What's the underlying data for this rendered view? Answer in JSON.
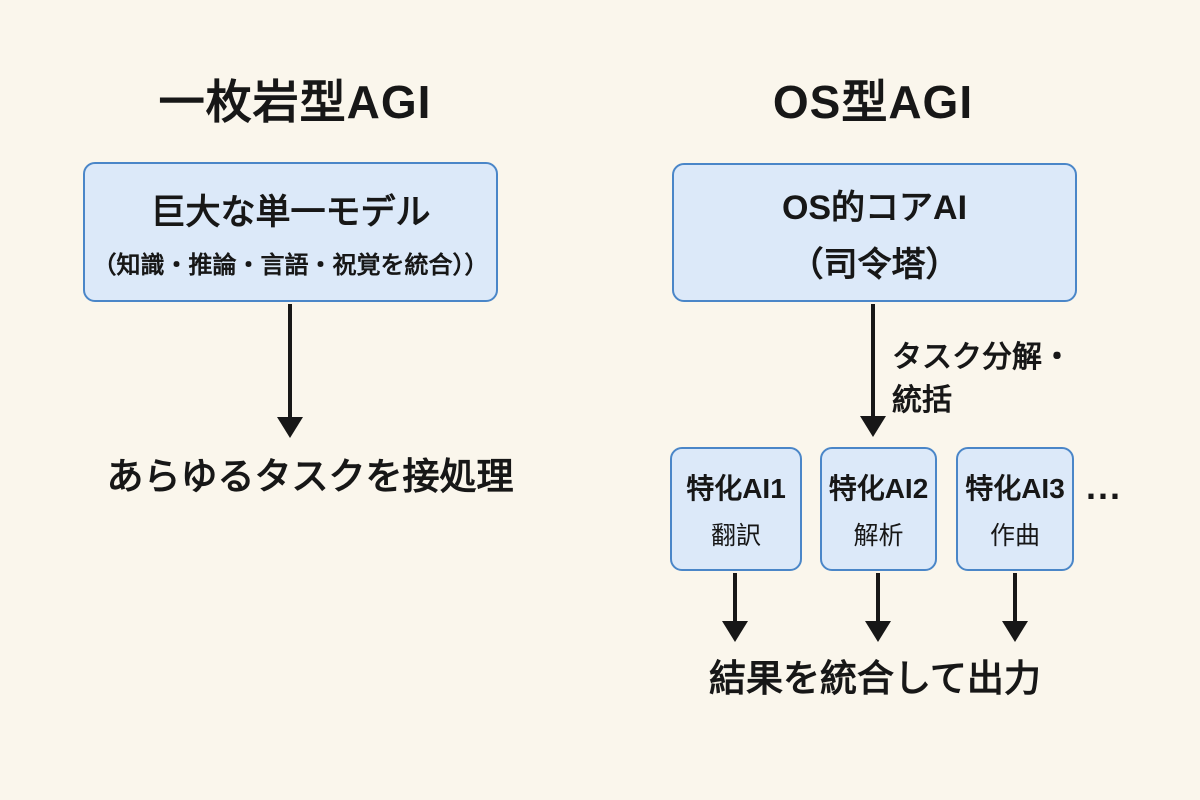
{
  "diagram": {
    "left": {
      "title": "一枚岩型AGI",
      "box": {
        "line1": "巨大な単一モデル",
        "line2": "（知識・推論・言語・祝覚を統合））"
      },
      "result": "あらゆるタスクを接処理"
    },
    "right": {
      "title": "OS型AGI",
      "box": {
        "line1": "OS的コアAI",
        "line2": "（司令塔）"
      },
      "arrow_label": {
        "line1": "タスク分解・",
        "line2": "統括"
      },
      "agents": [
        {
          "name": "特化AI1",
          "role": "翻訳"
        },
        {
          "name": "特化AI2",
          "role": "解析"
        },
        {
          "name": "特化AI3",
          "role": "作曲"
        }
      ],
      "ellipsis": "...",
      "result": "結果を統合して出力"
    },
    "colors": {
      "background": "#faf6ec",
      "box_fill": "#dce9f9",
      "box_border": "#4a86c8",
      "text": "#171717",
      "arrow": "#171717"
    }
  }
}
